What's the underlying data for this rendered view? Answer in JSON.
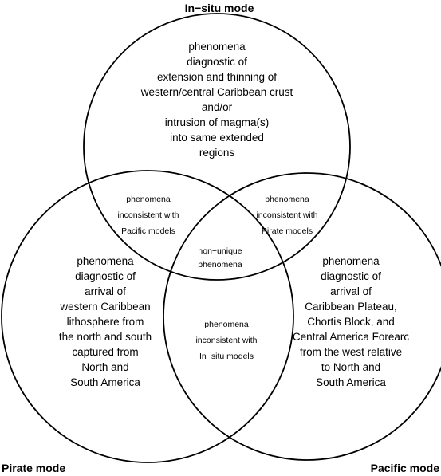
{
  "titles": {
    "top": "In−situ mode",
    "left": "Pirate mode",
    "right": "Pacific mode"
  },
  "regions": {
    "insitu": [
      "phenomena",
      "diagnostic of",
      "extension and thinning of",
      "western/central Caribbean crust",
      "and/or",
      "intrusion of magma(s)",
      "into same extended",
      "regions"
    ],
    "pirate": [
      "phenomena",
      "diagnostic of",
      "arrival of",
      "western Caribbean",
      "lithosphere from",
      "the north and south",
      "captured from",
      "North and",
      "South America"
    ],
    "pacific": [
      "phenomena",
      "diagnostic of",
      "arrival of",
      "Caribbean Plateau,",
      "Chortis Block, and",
      "Central America Forearc",
      "from the west relative",
      "to North and",
      "South America"
    ],
    "insitu_pirate": [
      "phenomena",
      "inconsistent with",
      "Pacific models"
    ],
    "insitu_pacific": [
      "phenomena",
      "inconsistent with",
      "Pirate models"
    ],
    "pirate_pacific": [
      "phenomena",
      "inconsistent with",
      "In−situ models"
    ],
    "center": [
      "non−unique",
      "phenomena"
    ]
  }
}
